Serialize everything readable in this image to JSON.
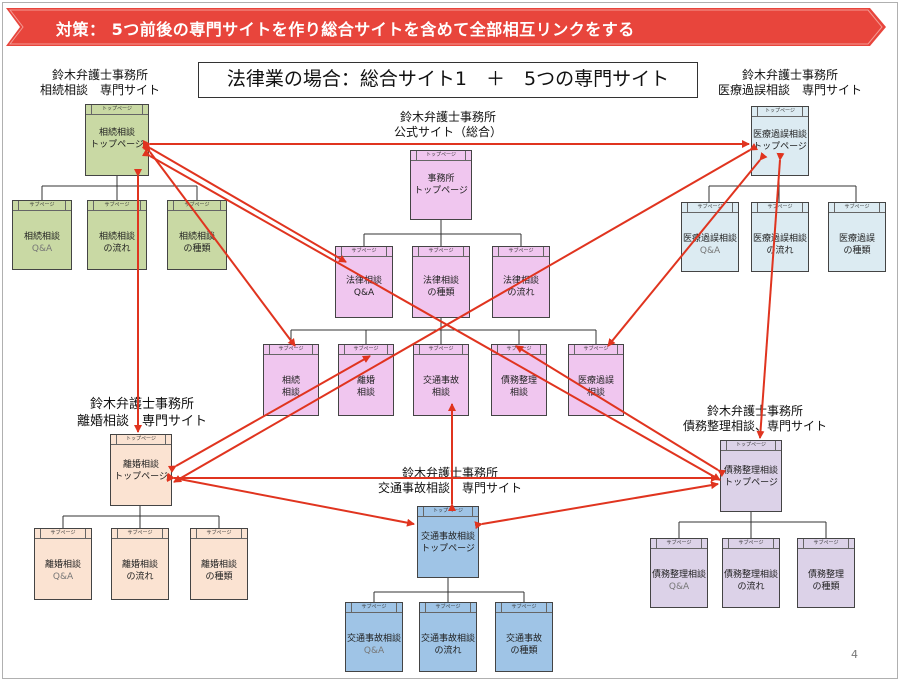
{
  "banner": {
    "text": "対策： 5つ前後の専門サイトを作り総合サイトを含めて全部相互リンクをする"
  },
  "title": "法律業の場合：総合サイト1　＋　5つの専門サイト",
  "page_number": "4",
  "colors": {
    "banner": "#e8453c",
    "arrow": "#e0341f"
  },
  "site_labels": {
    "inheritance": {
      "line1": "鈴木弁護士事務所",
      "line2": "相続相談　専門サイト"
    },
    "official": {
      "line1": "鈴木弁護士事務所",
      "line2": "公式サイト（総合）"
    },
    "medical": {
      "line1": "鈴木弁護士事務所",
      "line2": "医療過誤相談　専門サイト"
    },
    "divorce": {
      "line1": "鈴木弁護士事務所",
      "line2": "離婚相談　専門サイト"
    },
    "debt": {
      "line1": "鈴木弁護士事務所",
      "line2": "債務整理相談、専門サイト"
    },
    "traffic": {
      "line1": "鈴木弁護士事務所",
      "line2": "交通事故相談　専門サイト"
    }
  },
  "nodes": {
    "inh_top": {
      "cap": "トップページ",
      "l1": "相続相談",
      "l2": "トップページ"
    },
    "inh_qa": {
      "cap": "サブページ",
      "l1": "相続相談",
      "l2": "Q&A"
    },
    "inh_flow": {
      "cap": "サブページ",
      "l1": "相続相談",
      "l2": "の流れ"
    },
    "inh_kind": {
      "cap": "サブページ",
      "l1": "相続相談",
      "l2": "の種類"
    },
    "med_top": {
      "cap": "トップページ",
      "l1": "医療過誤相談",
      "l2": "トップページ"
    },
    "med_qa": {
      "cap": "サブページ",
      "l1": "医療過誤相談",
      "l2": "Q&A"
    },
    "med_flow": {
      "cap": "サブページ",
      "l1": "医療過誤相談",
      "l2": "の流れ"
    },
    "med_kind": {
      "cap": "サブページ",
      "l1": "医療過誤",
      "l2": "の種類"
    },
    "off_top": {
      "cap": "トップページ",
      "l1": "事務所",
      "l2": "トップページ"
    },
    "off_qa": {
      "cap": "サブページ",
      "l1": "法律相談",
      "l2": "Q&A"
    },
    "off_kind": {
      "cap": "サブページ",
      "l1": "法律相談",
      "l2": "の種類"
    },
    "off_flow": {
      "cap": "サブページ",
      "l1": "法律相談",
      "l2": "の流れ"
    },
    "off_inh": {
      "cap": "サブページ",
      "l1": "相続",
      "l2": "相談"
    },
    "off_div": {
      "cap": "サブページ",
      "l1": "離婚",
      "l2": "相談"
    },
    "off_traffic": {
      "cap": "サブページ",
      "l1": "交通事故",
      "l2": "相談"
    },
    "off_debt": {
      "cap": "サブページ",
      "l1": "債務整理",
      "l2": "相談"
    },
    "off_med": {
      "cap": "サブページ",
      "l1": "医療過誤",
      "l2": "相談"
    },
    "div_top": {
      "cap": "トップページ",
      "l1": "離婚相談",
      "l2": "トップページ"
    },
    "div_qa": {
      "cap": "サブページ",
      "l1": "離婚相談",
      "l2": "Q&A"
    },
    "div_flow": {
      "cap": "サブページ",
      "l1": "離婚相談",
      "l2": "の流れ"
    },
    "div_kind": {
      "cap": "サブページ",
      "l1": "離婚相談",
      "l2": "の種類"
    },
    "tr_top": {
      "cap": "トップページ",
      "l1": "交通事故相談",
      "l2": "トップページ"
    },
    "tr_qa": {
      "cap": "サブページ",
      "l1": "交通事故相談",
      "l2": "Q&A"
    },
    "tr_flow": {
      "cap": "サブページ",
      "l1": "交通事故相談",
      "l2": "の流れ"
    },
    "tr_kind": {
      "cap": "サブページ",
      "l1": "交通事故",
      "l2": "の種類"
    },
    "debt_top": {
      "cap": "トップページ",
      "l1": "債務整理相談",
      "l2": "トップページ"
    },
    "debt_qa": {
      "cap": "サブページ",
      "l1": "債務整理相談",
      "l2": "Q&A"
    },
    "debt_flow": {
      "cap": "サブページ",
      "l1": "債務整理相談",
      "l2": "の流れ"
    },
    "debt_kind": {
      "cap": "サブページ",
      "l1": "債務整理",
      "l2": "の種類"
    }
  }
}
